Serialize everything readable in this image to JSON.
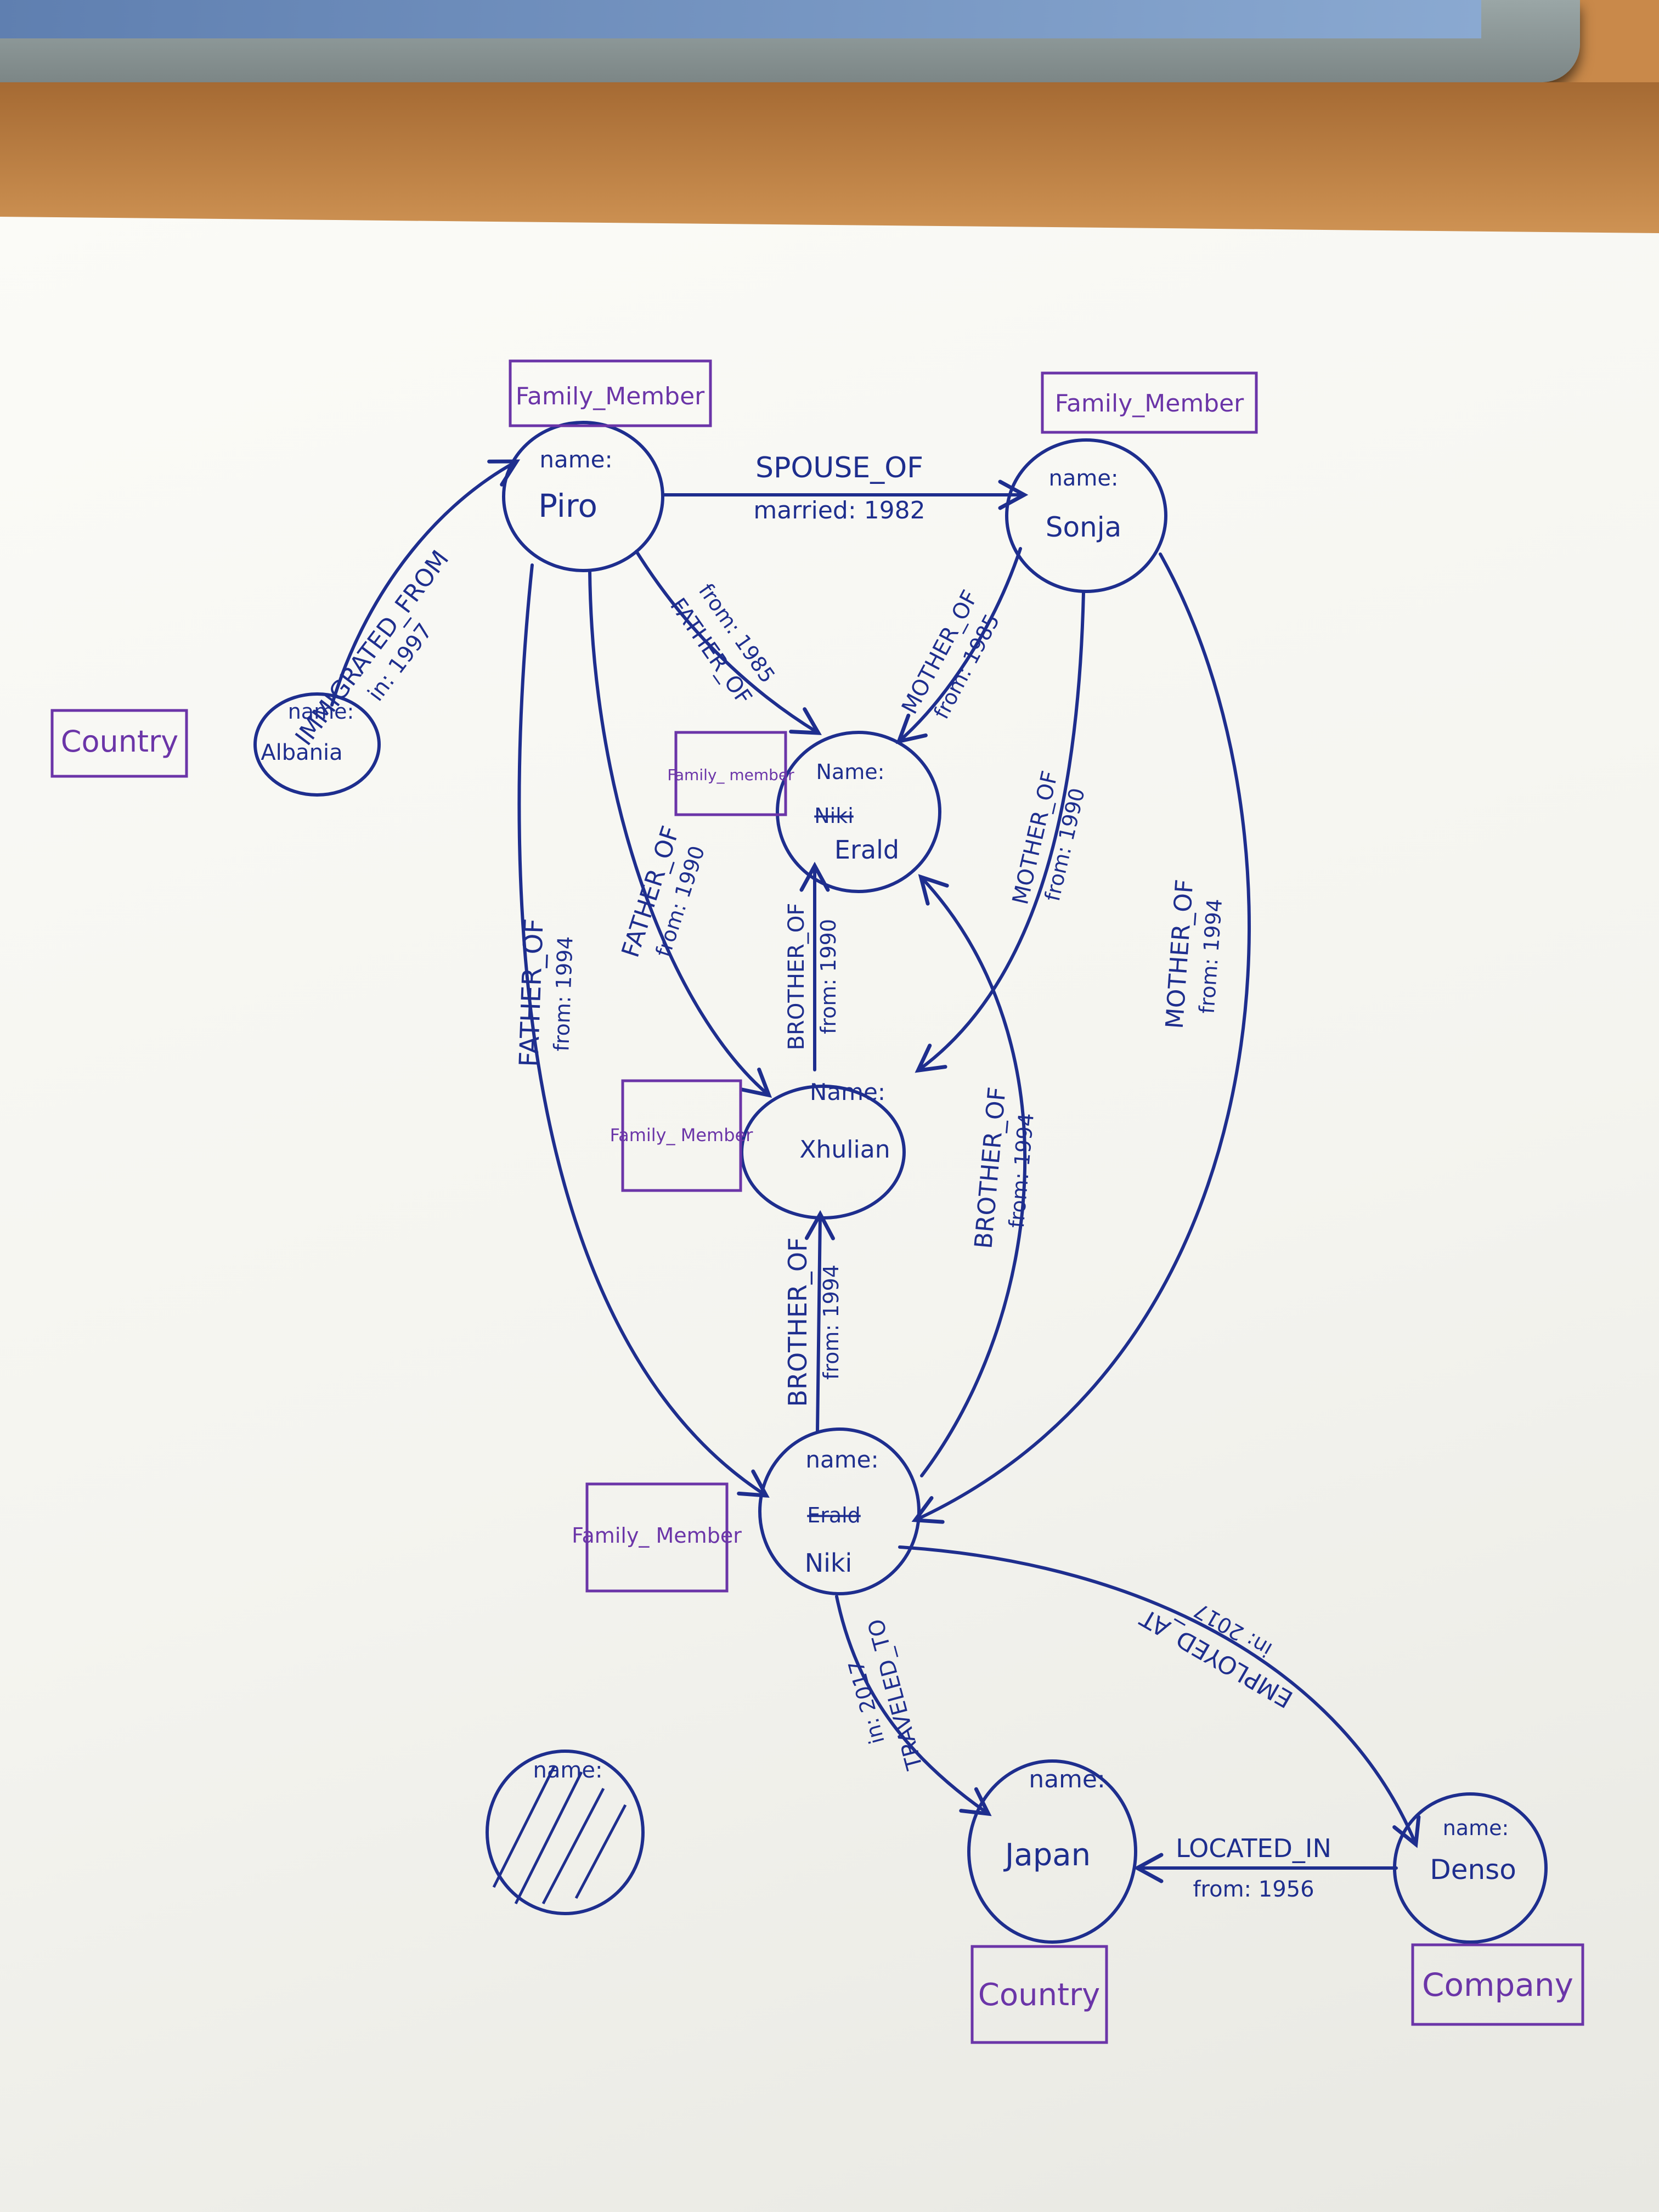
{
  "colors": {
    "ink": "#1e2e8e",
    "label_ink": "#6b35a8"
  },
  "nodes": [
    {
      "id": "piro",
      "key": "name:",
      "value": "Piro",
      "label": "Family_Member"
    },
    {
      "id": "sonja",
      "key": "name:",
      "value": "Sonja",
      "label": "Family_Member"
    },
    {
      "id": "albania",
      "key": "name:",
      "value": "Albania",
      "label": "Country"
    },
    {
      "id": "erald",
      "key": "Name:",
      "value": "Erald",
      "label": "Family_ member",
      "struck": "Niki"
    },
    {
      "id": "xhulian",
      "key": "Name:",
      "value": "Xhulian",
      "label": "Family_ Member"
    },
    {
      "id": "niki",
      "key": "name:",
      "value": "Niki",
      "label": "Family_ Member",
      "struck": "Erald"
    },
    {
      "id": "japan",
      "key": "name:",
      "value": "Japan",
      "label": "Country"
    },
    {
      "id": "denso",
      "key": "name:",
      "value": "Denso",
      "label": "Company"
    },
    {
      "id": "blank",
      "key": "name:",
      "value": "",
      "label": ""
    }
  ],
  "edges": [
    {
      "id": "e1",
      "type": "IMMIGRATED_FROM",
      "prop": "in: 1997"
    },
    {
      "id": "e2",
      "type": "SPOUSE_OF",
      "prop": "married: 1982"
    },
    {
      "id": "e3",
      "type": "FATHER_OF",
      "prop": "from: 1985"
    },
    {
      "id": "e4",
      "type": "MOTHER_OF",
      "prop": "from: 1985"
    },
    {
      "id": "e5",
      "type": "FATHER_OF",
      "prop": "from: 1990"
    },
    {
      "id": "e6",
      "type": "MOTHER_OF",
      "prop": "from: 1990"
    },
    {
      "id": "e7",
      "type": "FATHER_OF",
      "prop": "from: 1994"
    },
    {
      "id": "e8",
      "type": "MOTHER_OF",
      "prop": "from: 1994"
    },
    {
      "id": "e9",
      "type": "BROTHER_OF",
      "prop": "from: 1990"
    },
    {
      "id": "e10",
      "type": "BROTHER_OF",
      "prop": "from: 1994"
    },
    {
      "id": "e11",
      "type": "BROTHER_OF",
      "prop": "from: 1994"
    },
    {
      "id": "e12",
      "type": "TRAVELED_TO",
      "prop": "in: 2017"
    },
    {
      "id": "e13",
      "type": "EMPLOYED_AT",
      "prop": "in: 2017"
    },
    {
      "id": "e14",
      "type": "LOCATED_IN",
      "prop": "from: 1956"
    }
  ]
}
